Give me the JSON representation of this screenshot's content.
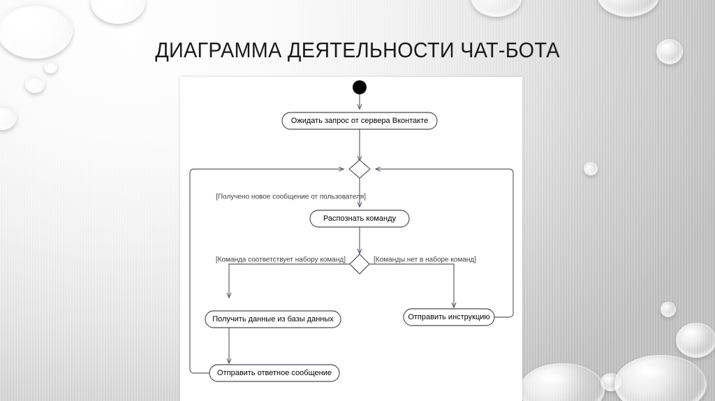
{
  "slide": {
    "title": "ДИАГРАММА ДЕЯТЕЛЬНОСТИ ЧАТ-БОТА",
    "background_color": "#e6e6e6",
    "canvas_color": "#ffffff",
    "title_color": "#1a1a1a"
  },
  "diagram": {
    "type": "uml-activity-diagram",
    "line_color": "#5a5a66",
    "node_border_color": "#444450",
    "node_fill": "#ffffff",
    "initial_node_color": "#000000",
    "nodes": [
      {
        "id": "start",
        "kind": "initial-node",
        "label": ""
      },
      {
        "id": "wait_request",
        "kind": "action",
        "label": "Ожидать запрос от сервера Вконтакте"
      },
      {
        "id": "merge",
        "kind": "merge-node",
        "label": ""
      },
      {
        "id": "recognize_command",
        "kind": "action",
        "label": "Распознать команду"
      },
      {
        "id": "decision",
        "kind": "decision-node",
        "label": ""
      },
      {
        "id": "get_data",
        "kind": "action",
        "label": "Получить данные из базы данных"
      },
      {
        "id": "send_instruction",
        "kind": "action",
        "label": "Отправить инструкцию"
      },
      {
        "id": "send_reply",
        "kind": "action",
        "label": "Отправить ответное сообщение"
      }
    ],
    "guards": [
      {
        "id": "guard_new_message",
        "text": "[Получено новое сообщение от пользователя]"
      },
      {
        "id": "guard_command_known",
        "text": "[Команда соответствует набору команд]"
      },
      {
        "id": "guard_command_unknown",
        "text": "[Команды нет в наборе команд]"
      }
    ],
    "edges": [
      {
        "from": "start",
        "to": "wait_request"
      },
      {
        "from": "wait_request",
        "to": "merge"
      },
      {
        "from": "merge",
        "to": "recognize_command",
        "guard": "[Получено новое сообщение от пользователя]"
      },
      {
        "from": "recognize_command",
        "to": "decision"
      },
      {
        "from": "decision",
        "to": "get_data",
        "guard": "[Команда соответствует набору команд]"
      },
      {
        "from": "decision",
        "to": "send_instruction",
        "guard": "[Команды нет в наборе команд]"
      },
      {
        "from": "get_data",
        "to": "send_reply"
      },
      {
        "from": "send_reply",
        "to": "merge"
      },
      {
        "from": "send_instruction",
        "to": "merge"
      }
    ]
  }
}
